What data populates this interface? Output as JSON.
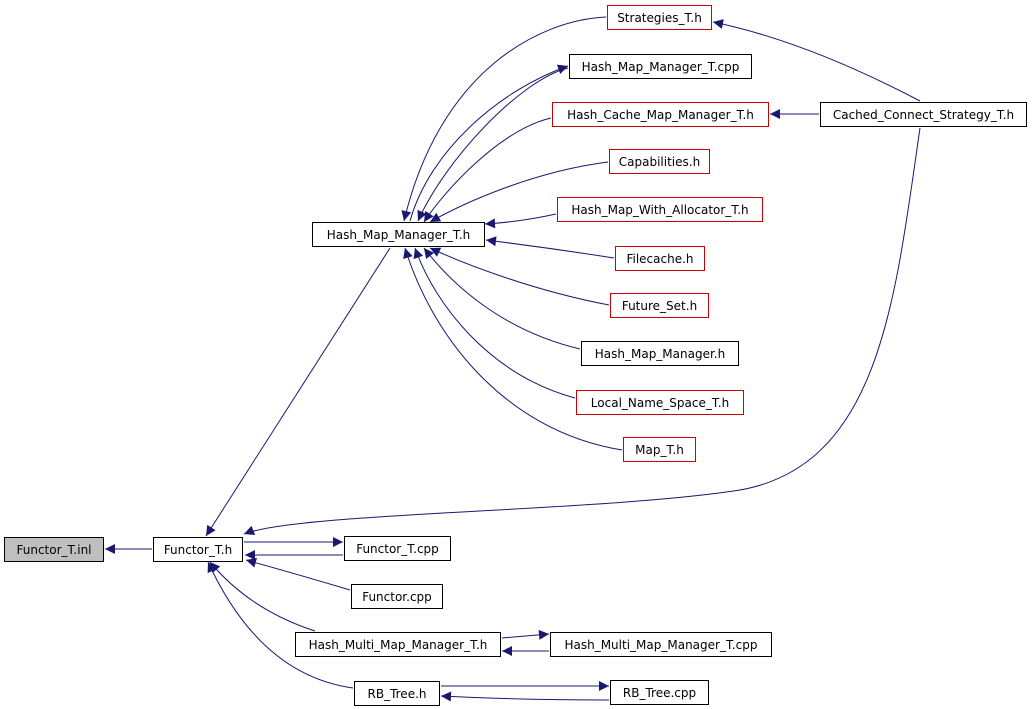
{
  "colors": {
    "edge": "#191970",
    "node_border": "#000000",
    "undocumented_border": "#cc0000",
    "focus_fill": "#bfbfbf"
  },
  "nodes": {
    "functor_t_inl": {
      "label": "Functor_T.inl",
      "style": "focus"
    },
    "functor_t_h": {
      "label": "Functor_T.h",
      "style": "black"
    },
    "hash_map_manager_t_h": {
      "label": "Hash_Map_Manager_T.h",
      "style": "black"
    },
    "strategies_t_h": {
      "label": "Strategies_T.h",
      "style": "red"
    },
    "hash_map_manager_t_cpp": {
      "label": "Hash_Map_Manager_T.cpp",
      "style": "black"
    },
    "hash_cache_map_manager_t_h": {
      "label": "Hash_Cache_Map_Manager_T.h",
      "style": "red"
    },
    "cached_connect_strategy_t_h": {
      "label": "Cached_Connect_Strategy_T.h",
      "style": "black"
    },
    "capabilities_h": {
      "label": "Capabilities.h",
      "style": "red"
    },
    "hash_map_with_allocator_t_h": {
      "label": "Hash_Map_With_Allocator_T.h",
      "style": "red"
    },
    "filecache_h": {
      "label": "Filecache.h",
      "style": "red"
    },
    "future_set_h": {
      "label": "Future_Set.h",
      "style": "red"
    },
    "hash_map_manager_h": {
      "label": "Hash_Map_Manager.h",
      "style": "black"
    },
    "local_name_space_t_h": {
      "label": "Local_Name_Space_T.h",
      "style": "red"
    },
    "map_t_h": {
      "label": "Map_T.h",
      "style": "red"
    },
    "functor_t_cpp": {
      "label": "Functor_T.cpp",
      "style": "black"
    },
    "functor_cpp": {
      "label": "Functor.cpp",
      "style": "black"
    },
    "hash_multi_map_manager_t_h": {
      "label": "Hash_Multi_Map_Manager_T.h",
      "style": "black"
    },
    "hash_multi_map_manager_t_cpp": {
      "label": "Hash_Multi_Map_Manager_T.cpp",
      "style": "black"
    },
    "rb_tree_h": {
      "label": "RB_Tree.h",
      "style": "black"
    },
    "rb_tree_cpp": {
      "label": "RB_Tree.cpp",
      "style": "black"
    }
  },
  "edges": [
    {
      "from": "functor_t_h",
      "to": "functor_t_inl"
    },
    {
      "from": "hash_map_manager_t_h",
      "to": "functor_t_h"
    },
    {
      "from": "cached_connect_strategy_t_h",
      "to": "functor_t_h"
    },
    {
      "from": "functor_t_cpp",
      "to": "functor_t_h"
    },
    {
      "from": "functor_t_h",
      "to": "functor_t_cpp"
    },
    {
      "from": "functor_cpp",
      "to": "functor_t_h"
    },
    {
      "from": "hash_multi_map_manager_t_h",
      "to": "functor_t_h"
    },
    {
      "from": "rb_tree_h",
      "to": "functor_t_h"
    },
    {
      "from": "strategies_t_h",
      "to": "hash_map_manager_t_h"
    },
    {
      "from": "hash_map_manager_t_cpp",
      "to": "hash_map_manager_t_h"
    },
    {
      "from": "hash_map_manager_t_h",
      "to": "hash_map_manager_t_cpp"
    },
    {
      "from": "hash_cache_map_manager_t_h",
      "to": "hash_map_manager_t_h"
    },
    {
      "from": "capabilities_h",
      "to": "hash_map_manager_t_h"
    },
    {
      "from": "hash_map_with_allocator_t_h",
      "to": "hash_map_manager_t_h"
    },
    {
      "from": "filecache_h",
      "to": "hash_map_manager_t_h"
    },
    {
      "from": "future_set_h",
      "to": "hash_map_manager_t_h"
    },
    {
      "from": "hash_map_manager_h",
      "to": "hash_map_manager_t_h"
    },
    {
      "from": "local_name_space_t_h",
      "to": "hash_map_manager_t_h"
    },
    {
      "from": "map_t_h",
      "to": "hash_map_manager_t_h"
    },
    {
      "from": "cached_connect_strategy_t_h",
      "to": "strategies_t_h"
    },
    {
      "from": "cached_connect_strategy_t_h",
      "to": "hash_cache_map_manager_t_h"
    },
    {
      "from": "hash_multi_map_manager_t_h",
      "to": "hash_multi_map_manager_t_cpp"
    },
    {
      "from": "hash_multi_map_manager_t_cpp",
      "to": "hash_multi_map_manager_t_h"
    },
    {
      "from": "rb_tree_h",
      "to": "rb_tree_cpp"
    },
    {
      "from": "rb_tree_cpp",
      "to": "rb_tree_h"
    }
  ]
}
